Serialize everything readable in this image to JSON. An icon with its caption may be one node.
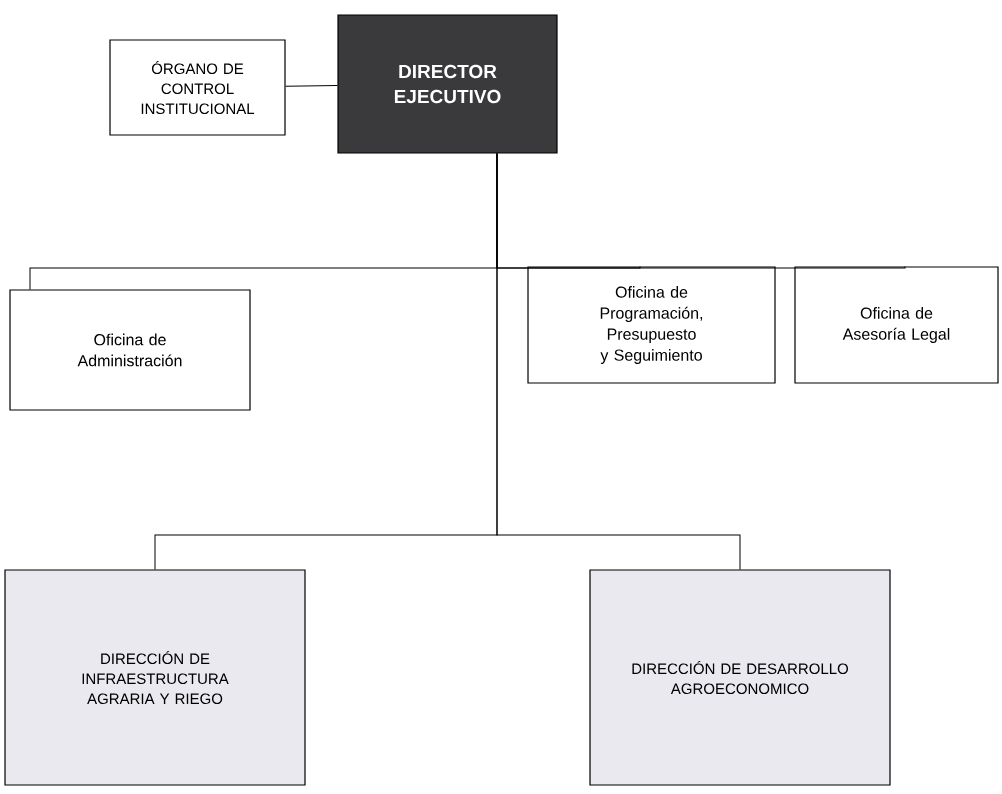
{
  "diagram": {
    "nodes": [
      {
        "text": [
          "ÓRGANO DE CONTROL INSTITUCIONAL"
        ]
      },
      {
        "text": [
          "DIRECTOR EJECUTIVO"
        ]
      },
      {
        "text": [
          "Oficina de Administración"
        ]
      },
      {
        "text": [
          "Oficina de Programación, Presupuesto y Seguimiento"
        ]
      },
      {
        "text": [
          "Oficina de Asesoría Legal"
        ]
      },
      {
        "text": [
          "DIRECCIÓN DE INFRAESTRUCTURA AGRARIA Y RIEGO"
        ]
      },
      {
        "text": [
          "DIRECCIÓN DE DESARROLLO AGROECONOMICO"
        ]
      }
    ],
    "edges": [
      {
        "from": 0,
        "to": 1,
        "arrow": "none"
      },
      {
        "from": 1,
        "to": 2,
        "arrow": "none"
      },
      {
        "from": 1,
        "to": 3,
        "arrow": "none"
      },
      {
        "from": 1,
        "to": 4,
        "arrow": "none"
      },
      {
        "from": 1,
        "to": 5,
        "arrow": "none"
      },
      {
        "from": 1,
        "to": 6,
        "arrow": "none"
      }
    ]
  }
}
